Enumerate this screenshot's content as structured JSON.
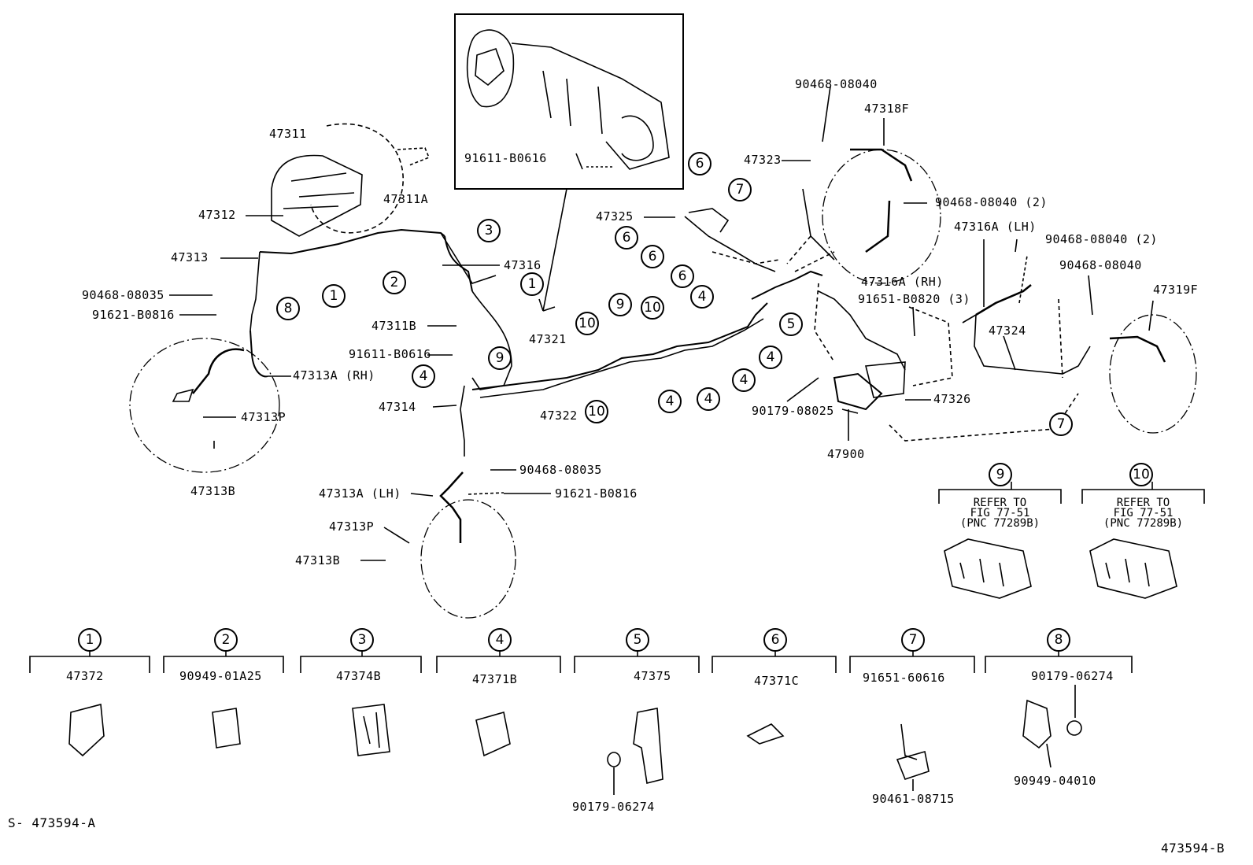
{
  "diagram": {
    "footer_left": "S- 473594-A",
    "footer_right": "473594-B",
    "callouts": [
      {
        "id": "c47311",
        "text": "47311"
      },
      {
        "id": "c47311A",
        "text": "47311A"
      },
      {
        "id": "c47312",
        "text": "47312"
      },
      {
        "id": "c47313",
        "text": "47313"
      },
      {
        "id": "c90468_08035_a",
        "text": "90468-08035"
      },
      {
        "id": "c91621_B0816_a",
        "text": "91621-B0816"
      },
      {
        "id": "c47313A_RH",
        "text": "47313A (RH)"
      },
      {
        "id": "c47313P_a",
        "text": "47313P"
      },
      {
        "id": "c47313B_a",
        "text": "47313B"
      },
      {
        "id": "c47316",
        "text": "47316"
      },
      {
        "id": "c47311B",
        "text": "47311B"
      },
      {
        "id": "c91611_B0616_a",
        "text": "91611-B0616"
      },
      {
        "id": "c91611_B0616_b",
        "text": "91611-B0616"
      },
      {
        "id": "c47321",
        "text": "47321"
      },
      {
        "id": "c47322",
        "text": "47322"
      },
      {
        "id": "c47314",
        "text": "47314"
      },
      {
        "id": "c90468_08035_b",
        "text": "90468-08035"
      },
      {
        "id": "c47313A_LH",
        "text": "47313A (LH)"
      },
      {
        "id": "c91621_B0816_b",
        "text": "91621-B0816"
      },
      {
        "id": "c47313P_b",
        "text": "47313P"
      },
      {
        "id": "c47313B_b",
        "text": "47313B"
      },
      {
        "id": "c90468_08040_a",
        "text": "90468-08040"
      },
      {
        "id": "c47318F",
        "text": "47318F"
      },
      {
        "id": "c47323",
        "text": "47323"
      },
      {
        "id": "c90468_08040_2a",
        "text": "90468-08040 (2)"
      },
      {
        "id": "c47325",
        "text": "47325"
      },
      {
        "id": "c47316A_LH",
        "text": "47316A (LH)"
      },
      {
        "id": "c90468_08040_2b",
        "text": "90468-08040 (2)"
      },
      {
        "id": "c47316A_RH",
        "text": "47316A (RH)"
      },
      {
        "id": "c90468_08040_b",
        "text": "90468-08040"
      },
      {
        "id": "c91651_B0820",
        "text": "91651-B0820 (3)"
      },
      {
        "id": "c47319F",
        "text": "47319F"
      },
      {
        "id": "c47324",
        "text": "47324"
      },
      {
        "id": "c47326",
        "text": "47326"
      },
      {
        "id": "c90179_08025",
        "text": "90179-08025"
      },
      {
        "id": "c47900",
        "text": "47900"
      }
    ],
    "markers": [
      {
        "id": "m1a",
        "n": "1"
      },
      {
        "id": "m1b",
        "n": "1"
      },
      {
        "id": "m2",
        "n": "2"
      },
      {
        "id": "m3",
        "n": "3"
      },
      {
        "id": "m8",
        "n": "8"
      },
      {
        "id": "m4a",
        "n": "4"
      },
      {
        "id": "m9a",
        "n": "9"
      },
      {
        "id": "m10a",
        "n": "10"
      },
      {
        "id": "m10b",
        "n": "10"
      },
      {
        "id": "m9b",
        "n": "9"
      },
      {
        "id": "m10c",
        "n": "10"
      },
      {
        "id": "m4b",
        "n": "4"
      },
      {
        "id": "m4c",
        "n": "4"
      },
      {
        "id": "m4d",
        "n": "4"
      },
      {
        "id": "m4e",
        "n": "4"
      },
      {
        "id": "m4f",
        "n": "4"
      },
      {
        "id": "m5",
        "n": "5"
      },
      {
        "id": "m6a",
        "n": "6"
      },
      {
        "id": "m6b",
        "n": "6"
      },
      {
        "id": "m6c",
        "n": "6"
      },
      {
        "id": "m6d",
        "n": "6"
      },
      {
        "id": "m7a",
        "n": "7"
      },
      {
        "id": "m7b",
        "n": "7"
      }
    ],
    "ref_boxes": [
      {
        "id": "r9",
        "n": "9",
        "text": "REFER TO\nFIG 77-51\n(PNC 77289B)"
      },
      {
        "id": "r10",
        "n": "10",
        "text": "REFER TO\nFIG 77-51\n(PNC 77289B)"
      }
    ],
    "legend": [
      {
        "n": "1",
        "parts": [
          "47372"
        ]
      },
      {
        "n": "2",
        "parts": [
          "90949-01A25"
        ]
      },
      {
        "n": "3",
        "parts": [
          "47374B"
        ]
      },
      {
        "n": "4",
        "parts": [
          "47371B"
        ]
      },
      {
        "n": "5",
        "parts": [
          "47375",
          "90179-06274"
        ]
      },
      {
        "n": "6",
        "parts": [
          "47371C"
        ]
      },
      {
        "n": "7",
        "parts": [
          "91651-60616",
          "90461-08715"
        ]
      },
      {
        "n": "8",
        "parts": [
          "90179-06274",
          "90949-04010"
        ]
      }
    ]
  }
}
